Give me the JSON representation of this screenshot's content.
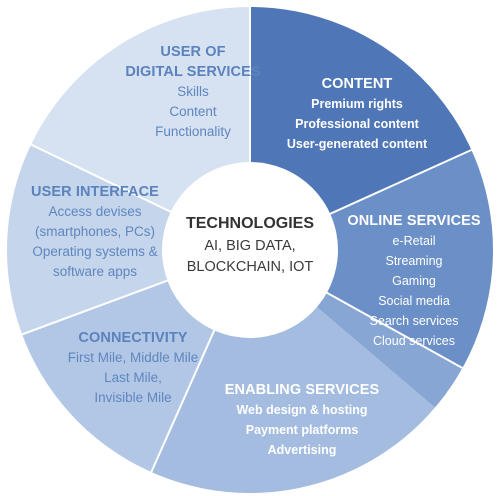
{
  "colors": {
    "light_1": "#d6e2f2",
    "light_2": "#c4d5ec",
    "light_3": "#b2c7e5",
    "light_4": "#a3bce0",
    "dark_1": "#4f77b8",
    "dark_2": "#6b8fc7",
    "dark_3": "#87a6d4",
    "center": "#ffffff"
  },
  "center": {
    "title": "TECHNOLOGIES",
    "lines": [
      "AI, BIG DATA,",
      "BLOCKCHAIN, IOT"
    ]
  },
  "segments": [
    {
      "id": "user-of-digital-services",
      "title_lines": [
        "USER OF",
        "DIGITAL SERVICES"
      ],
      "items": [
        "Skills",
        "Content",
        "Functionality"
      ]
    },
    {
      "id": "content",
      "title_lines": [
        "CONTENT"
      ],
      "items": [
        "Premium rights",
        "Professional content",
        "User-generated content"
      ]
    },
    {
      "id": "online-services",
      "title_lines": [
        "ONLINE SERVICES"
      ],
      "items": [
        "e-Retail",
        "Streaming",
        "Gaming",
        "Social media",
        "Search services",
        "Cloud services"
      ]
    },
    {
      "id": "enabling-services",
      "title_lines": [
        "ENABLING SERVICES"
      ],
      "items": [
        "Web design & hosting",
        "Payment platforms",
        "Advertising"
      ]
    },
    {
      "id": "connectivity",
      "title_lines": [
        "CONNECTIVITY"
      ],
      "items": [
        "First Mile, Middle Mile",
        "Last Mile,",
        "Invisible Mile"
      ]
    },
    {
      "id": "user-interface",
      "title_lines": [
        "USER INTERFACE"
      ],
      "items": [
        "Access devises",
        "(smartphones, PCs)",
        "Operating systems &",
        "software apps"
      ]
    }
  ]
}
